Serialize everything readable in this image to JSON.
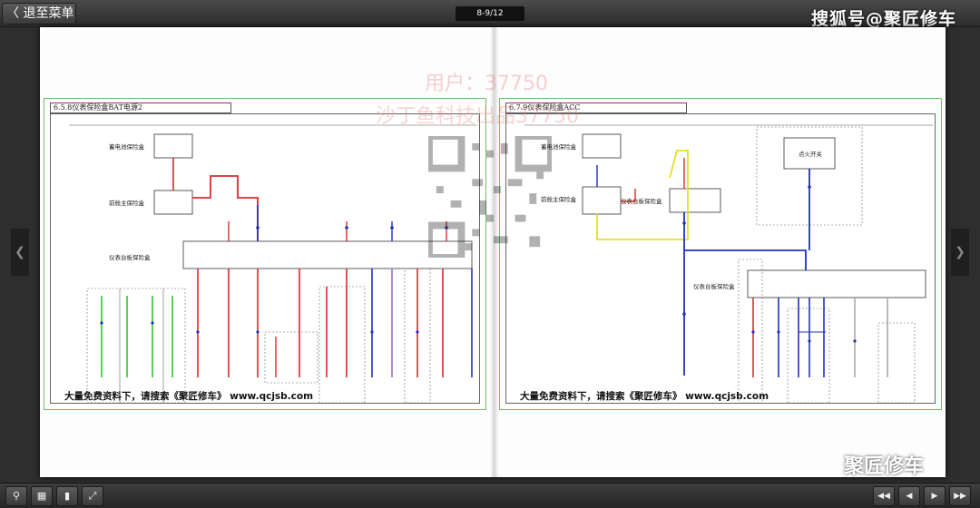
{
  "toolbar": {
    "back_label": "〈 退至菜单",
    "page_counter": "8-9/12"
  },
  "watermarks": {
    "top_right": "搜狐号@聚匠修车",
    "user_line": "用户：37750",
    "brand_line": "沙丁鱼科技出品37750",
    "wechat": "聚匠修车"
  },
  "pages": {
    "left": {
      "title": "6.5.8仪表保险盒BAT电源2",
      "footer": "大量免费资料下，请搜索《聚匠修车》 www.qcjsb.com",
      "labels": {
        "battery_fuse": "蓄电池保险盒",
        "front_main_fuse": "前舱主保险盒",
        "ip_fuse": "仪表台板保险盒"
      }
    },
    "right": {
      "title": "6.7.9仪表保险盒ACC",
      "footer": "大量免费资料下，请搜索《聚匠修车》 www.qcjsb.com",
      "labels": {
        "battery_fuse": "蓄电池保险盒",
        "front_main_fuse": "前舱主保险盒",
        "ip_fuse_1": "仪表台板保险盒",
        "ip_fuse_2": "仪表台板保险盒",
        "ignition": "点火开关"
      }
    }
  },
  "icons": {
    "zoom": "zoom-icon",
    "grid": "grid-icon",
    "bookmark": "bookmark-icon",
    "fullscreen": "fullscreen-icon",
    "first": "first-page-icon",
    "prev": "prev-page-icon",
    "next": "next-page-icon",
    "last": "last-page-icon"
  },
  "colors": {
    "wire_red": "#d92b2b",
    "wire_blue": "#2030c0",
    "wire_green": "#2ec82e",
    "wire_yellow": "#e8e020",
    "wire_purple": "#9a70d0",
    "panel_border": "#6fc06f"
  }
}
